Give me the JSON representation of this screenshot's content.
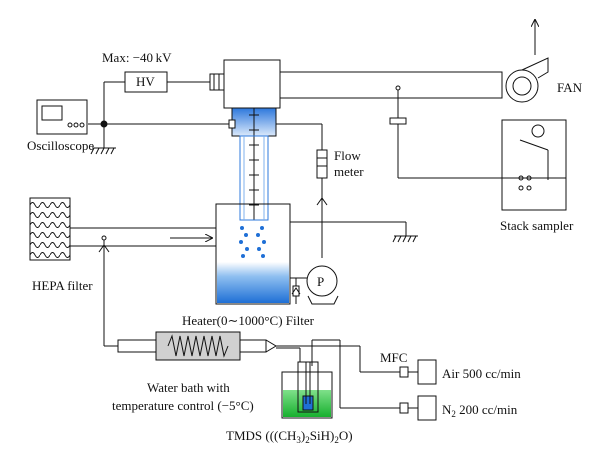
{
  "labels": {
    "max_voltage": "Max: −40 kV",
    "hv": "HV",
    "fan": "FAN",
    "oscilloscope": "Oscilloscope",
    "flow_meter_1": "Flow",
    "flow_meter_2": "meter",
    "stack_sampler": "Stack sampler",
    "hepa_filter": "HEPA filter",
    "pump": "P",
    "heater_filter": "Heater(0∼1000°C) Filter",
    "mfc": "MFC",
    "air": "Air 500 cc/min",
    "n2_symbol": "N",
    "n2_sub": "2",
    "n2_rate": " 200 cc/min",
    "water_bath_1": "Water bath with",
    "water_bath_2": "temperature control (−5°C)",
    "tmds_prefix": "TMDS (((CH",
    "tmds_sub1": "3",
    "tmds_mid": ")",
    "tmds_sub2": "2",
    "tmds_suffix": "SiH)",
    "tmds_sub3": "2",
    "tmds_end": "O)"
  },
  "colors": {
    "line": "#111111",
    "water_blue": "#1f6fd6",
    "water_light": "#cfe3fb",
    "water_green": "#22c23a",
    "heater_gray": "#cccccc",
    "hepa_fill": "#ffffff"
  },
  "icons": [
    "oscilloscope-icon",
    "fan-icon",
    "pump-icon",
    "ground-icon",
    "hepa-filter-icon",
    "heater-coil-icon"
  ]
}
